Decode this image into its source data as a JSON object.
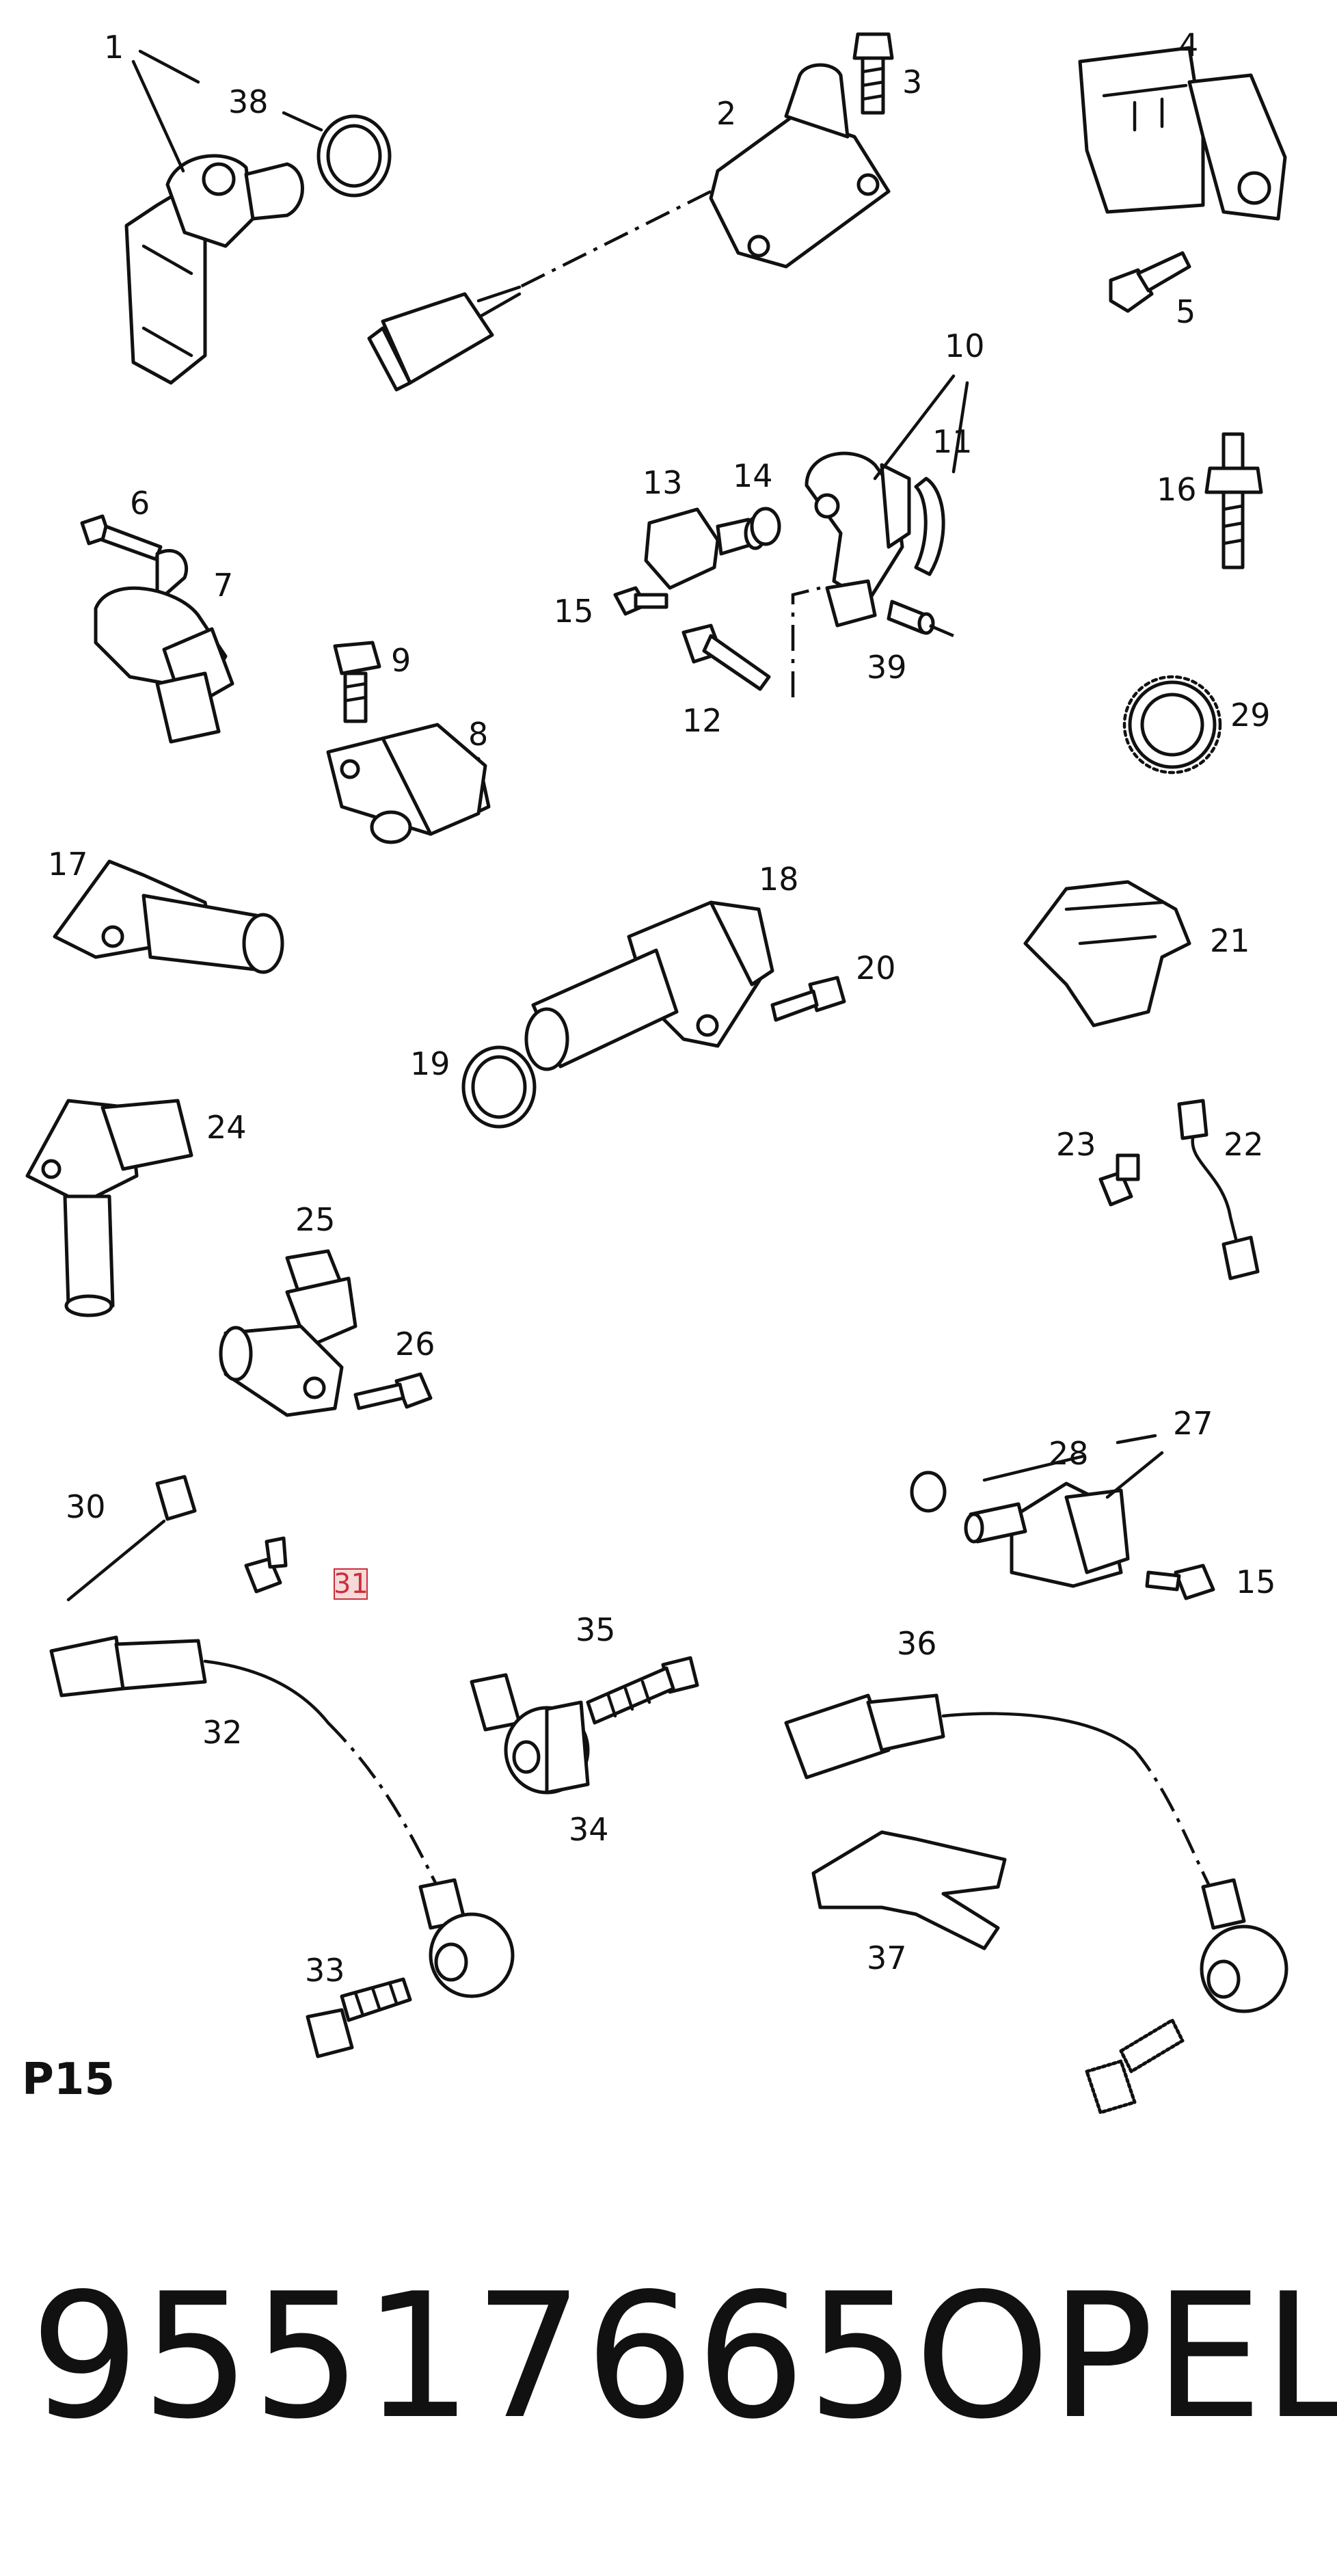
{
  "diagram": {
    "callouts": {
      "c1": "1",
      "c2": "2",
      "c3": "3",
      "c4": "4",
      "c5": "5",
      "c6": "6",
      "c7": "7",
      "c8": "8",
      "c9": "9",
      "c10": "10",
      "c11": "11",
      "c12": "12",
      "c13": "13",
      "c14": "14",
      "c15a": "15",
      "c15b": "15",
      "c16": "16",
      "c17": "17",
      "c18": "18",
      "c19": "19",
      "c20": "20",
      "c21": "21",
      "c22": "22",
      "c23": "23",
      "c24": "24",
      "c25": "25",
      "c26": "26",
      "c27": "27",
      "c28": "28",
      "c29": "29",
      "c30": "30",
      "c31": "31",
      "c32": "32",
      "c33": "33",
      "c34": "34",
      "c35": "35",
      "c36": "36",
      "c37": "37",
      "c38": "38",
      "c39": "39"
    },
    "highlighted_callout": "31",
    "highlight_color": "#c8303a",
    "highlight_fill": "#f7d9da",
    "page_code": "P15"
  },
  "footer": {
    "part_number": "95517665",
    "brand": "OPEL"
  }
}
